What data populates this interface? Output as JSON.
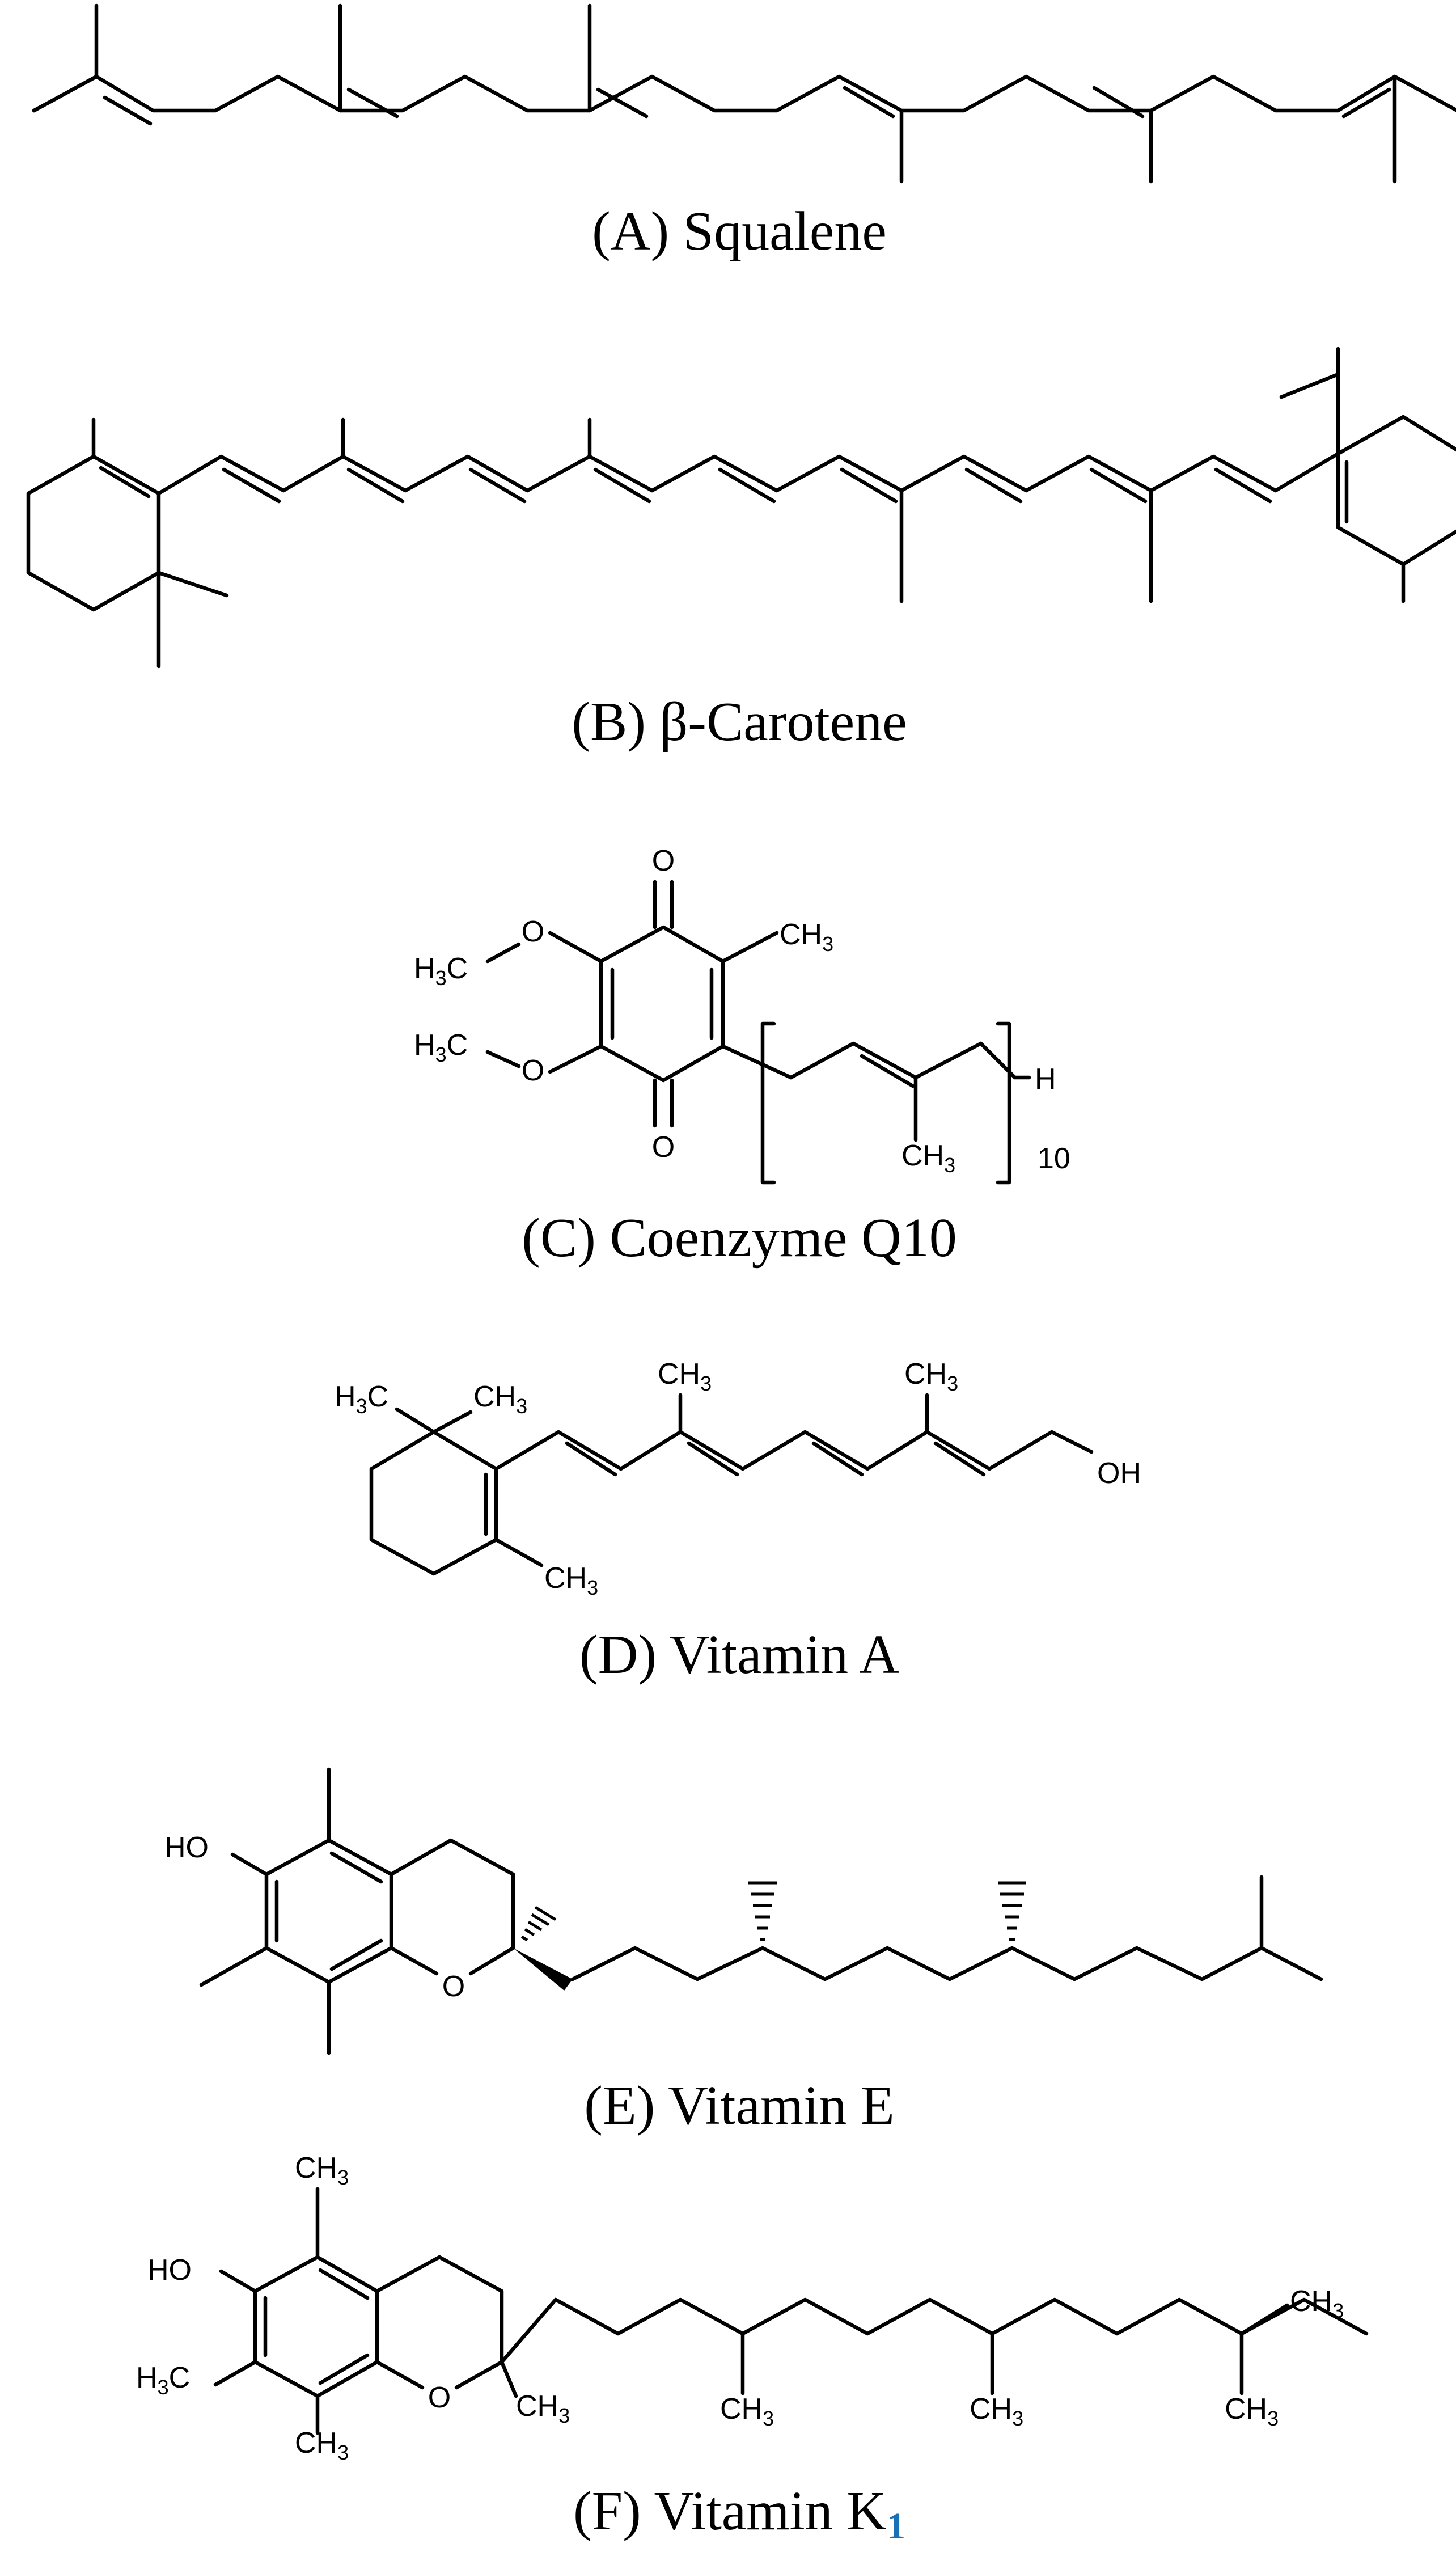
{
  "panels": [
    {
      "id": "A",
      "caption": "(A) Squalene"
    },
    {
      "id": "B",
      "caption": "(B) β-Carotene"
    },
    {
      "id": "C",
      "caption": "(C) Coenzyme Q10",
      "atoms": {
        "o_top": "O",
        "o_bottom": "O",
        "o_meo1": "O",
        "o_meo2": "O",
        "h3c_1": "H",
        "h3c_1_sub": "3",
        "h3c_1_c": "C",
        "h3c_2": "H",
        "h3c_2_sub": "3",
        "h3c_2_c": "C",
        "ch3_top": "CH",
        "ch3_top_sub": "3",
        "ch3_chain": "CH",
        "ch3_chain_sub": "3",
        "h_end": "H",
        "repeat_n": "10"
      }
    },
    {
      "id": "D",
      "caption": "(D) Vitamin A",
      "atoms": {
        "h3c": "H",
        "h3c_sub": "3",
        "h3c_c": "C",
        "ch3_gem": "CH",
        "ch3_gem_sub": "3",
        "ch3_ring": "CH",
        "ch3_ring_sub": "3",
        "ch3_a": "CH",
        "ch3_a_sub": "3",
        "ch3_b": "CH",
        "ch3_b_sub": "3",
        "oh": "OH"
      }
    },
    {
      "id": "E",
      "caption": "(E) Vitamin E",
      "atoms": {
        "ho": "HO",
        "o_ring": "O"
      }
    },
    {
      "id": "F",
      "caption_main": "(F) Vitamin K",
      "caption_sub": "1",
      "sub_color": "#1a6fb5",
      "atoms": {
        "ho": "HO",
        "o_ring": "O",
        "ch3_top": "CH",
        "ch3_top_sub": "3",
        "h3c": "H",
        "h3c_sub": "3",
        "h3c_c": "C",
        "ch3_bot": "CH",
        "ch3_bot_sub": "3",
        "ch3_quat": "CH",
        "ch3_quat_sub": "3",
        "ch3_br1": "CH",
        "ch3_br1_sub": "3",
        "ch3_br2": "CH",
        "ch3_br2_sub": "3",
        "ch3_end_up": "CH",
        "ch3_end_up_sub": "3",
        "ch3_end_down": "CH",
        "ch3_end_down_sub": "3"
      }
    }
  ]
}
